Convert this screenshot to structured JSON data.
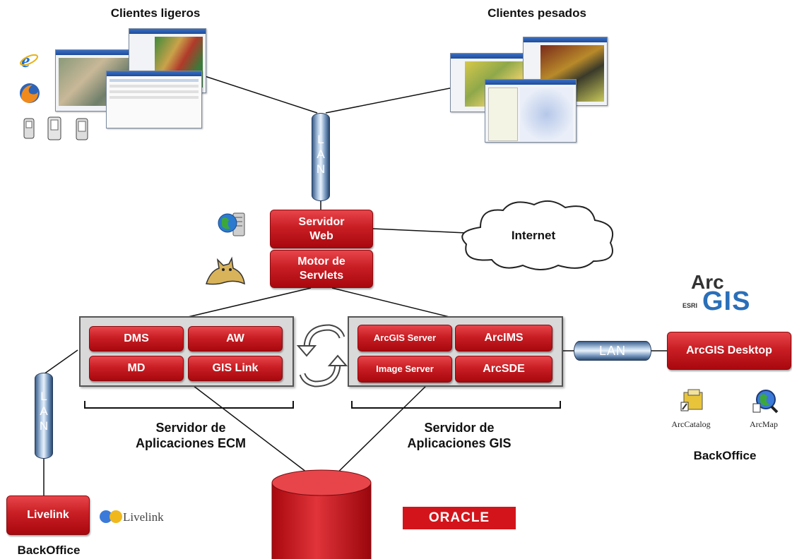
{
  "clients": {
    "light_title": "Clientes ligeros",
    "heavy_title": "Clientes pesados"
  },
  "lan": {
    "top_letters": [
      "L",
      "A",
      "N"
    ],
    "left_letters": [
      "L",
      "A",
      "N"
    ],
    "right_label": "LAN"
  },
  "web": {
    "server_label": "Servidor\nWeb",
    "servlets_label": "Motor de\nServlets"
  },
  "internet_label": "Internet",
  "ecm": {
    "boxes": [
      "DMS",
      "AW",
      "MD",
      "GIS Link"
    ],
    "caption": "Servidor de\nAplicaciones ECM"
  },
  "gis": {
    "boxes": [
      "ArcGIS Server",
      "ArcIMS",
      "Image Server",
      "ArcSDE"
    ],
    "caption": "Servidor de\nAplicaciones GIS"
  },
  "desktop": {
    "button": "ArcGIS Desktop",
    "apps": [
      "ArcCatalog",
      "ArcMap"
    ],
    "backoffice": "BackOffice"
  },
  "arcgis_logo": {
    "arc": "Arc",
    "esri": "ESRI",
    "gis": "GIS"
  },
  "livelink": {
    "box": "Livelink",
    "logo_text": "Livelink",
    "backoffice": "BackOffice"
  },
  "oracle_label": "ORACLE",
  "colors": {
    "accent_red": "#c81e24",
    "lan_blue": "#7b9cc4",
    "group_gray": "#d9d9d9"
  }
}
